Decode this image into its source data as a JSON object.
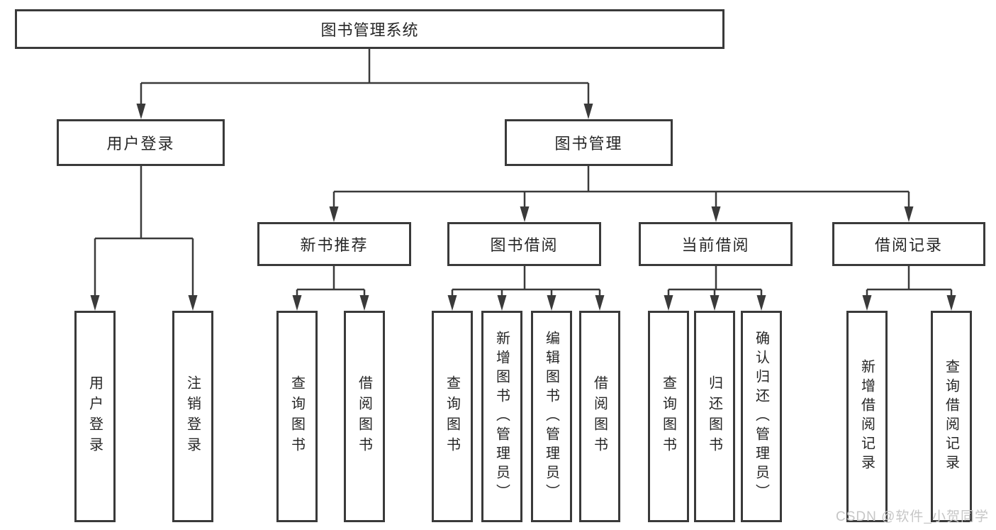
{
  "diagram_type": "hierarchy-diagram",
  "colors": {
    "line": "#3a3a3a",
    "text": "#262626",
    "watermark": "#c6c6c6",
    "background": "#ffffff"
  },
  "nodes": {
    "root": "图书管理系统",
    "user_login": "用户登录",
    "book_mgmt": "图书管理",
    "new_book_rec": "新书推荐",
    "book_borrow": "图书借阅",
    "current_borrow": "当前借阅",
    "borrow_records": "借阅记录",
    "leaf_user_login": "用户登录",
    "leaf_logout": "注销登录",
    "nb_query_books": "查询图书",
    "nb_borrow_books": "借阅图书",
    "bb_query_books": "查询图书",
    "bb_add_books": "新增图书（管理员）",
    "bb_edit_books": "编辑图书（管理员）",
    "bb_borrow_books": "借阅图书",
    "cb_query_books": "查询图书",
    "cb_return_books": "归还图书",
    "cb_confirm_return": "确认归还（管理员）",
    "br_add_record": "新增借阅记录",
    "br_query_record": "查询借阅记录"
  },
  "edges": [
    [
      "图书管理系统",
      "用户登录"
    ],
    [
      "图书管理系统",
      "图书管理"
    ],
    [
      "用户登录",
      "用户登录"
    ],
    [
      "用户登录",
      "注销登录"
    ],
    [
      "图书管理",
      "新书推荐"
    ],
    [
      "图书管理",
      "图书借阅"
    ],
    [
      "图书管理",
      "当前借阅"
    ],
    [
      "图书管理",
      "借阅记录"
    ],
    [
      "新书推荐",
      "查询图书"
    ],
    [
      "新书推荐",
      "借阅图书"
    ],
    [
      "图书借阅",
      "查询图书"
    ],
    [
      "图书借阅",
      "新增图书（管理员）"
    ],
    [
      "图书借阅",
      "编辑图书（管理员）"
    ],
    [
      "图书借阅",
      "借阅图书"
    ],
    [
      "当前借阅",
      "查询图书"
    ],
    [
      "当前借阅",
      "归还图书"
    ],
    [
      "当前借阅",
      "确认归还（管理员）"
    ],
    [
      "借阅记录",
      "新增借阅记录"
    ],
    [
      "借阅记录",
      "查询借阅记录"
    ]
  ],
  "watermark": "CSDN @软件_小贺同学"
}
